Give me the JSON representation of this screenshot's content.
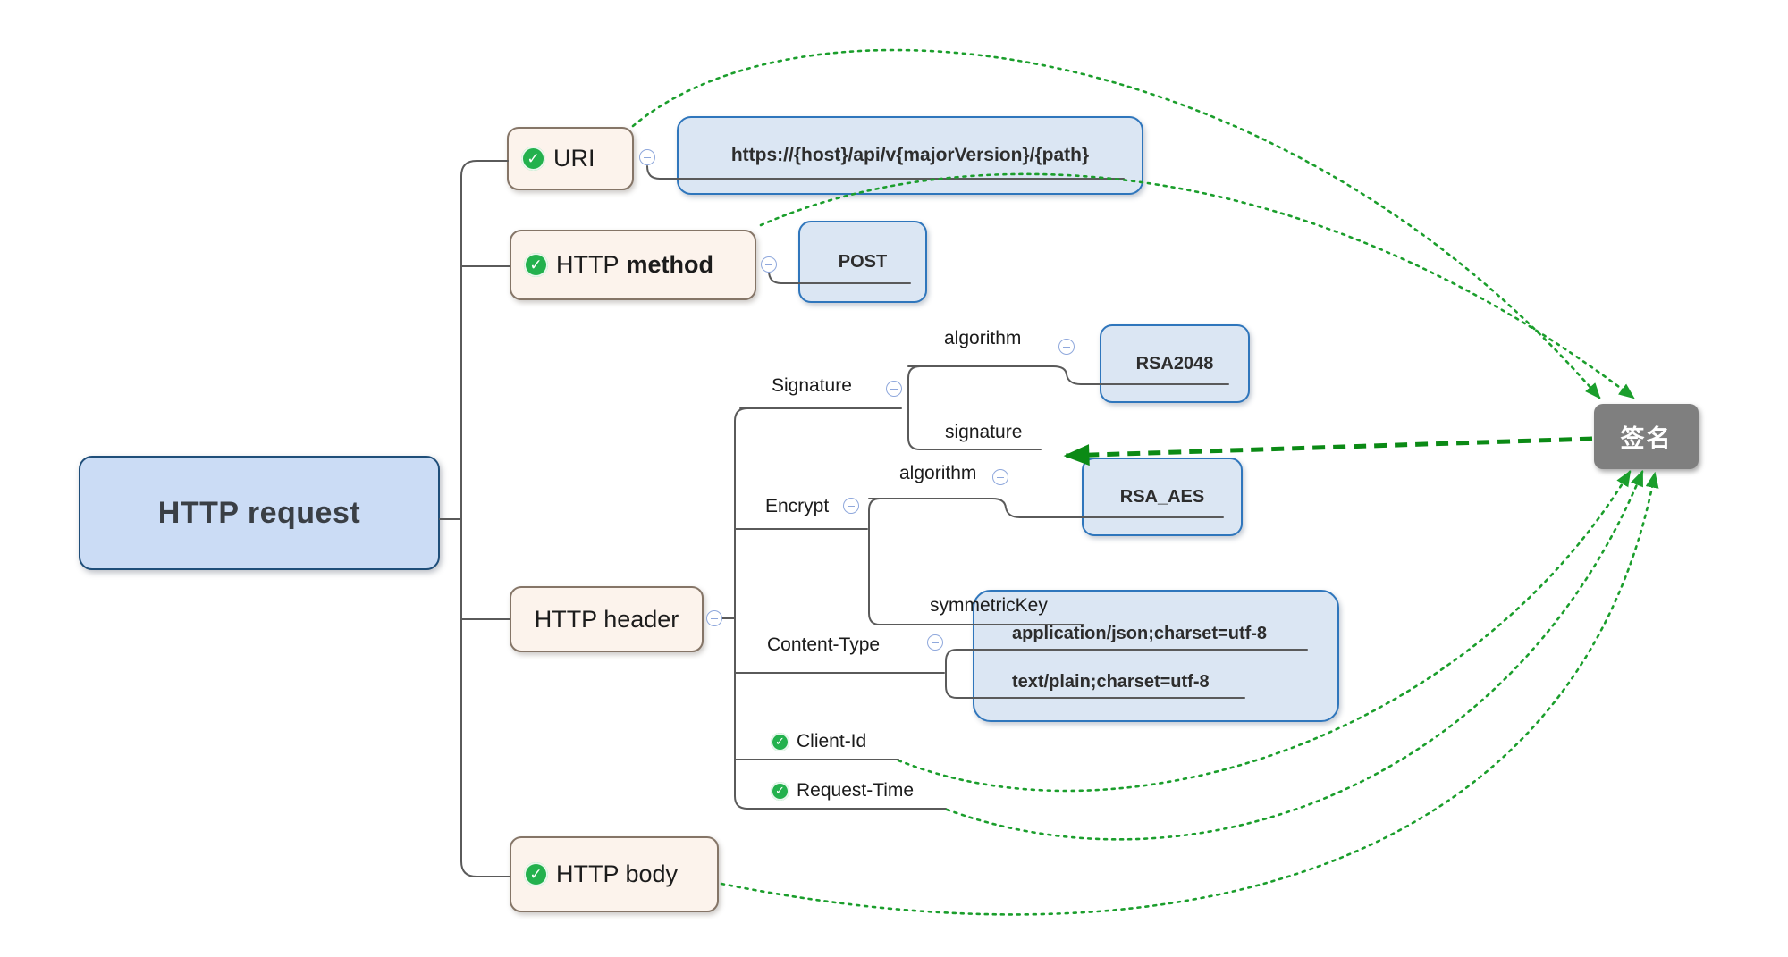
{
  "diagram_title": "HTTP request signing mind map",
  "root": {
    "label": "HTTP request"
  },
  "sign": {
    "label": "签名"
  },
  "uri": {
    "label": "URI",
    "value": "https://{host}/api/v{majorVersion}/{path}"
  },
  "method": {
    "label_prefix": "HTTP",
    "label_emphasis": "method",
    "value": "POST"
  },
  "header": {
    "label": "HTTP header"
  },
  "signature_group": {
    "label": "Signature",
    "algorithm_label": "algorithm",
    "algorithm_value": "RSA2048",
    "signature_label": "signature"
  },
  "encrypt_group": {
    "label": "Encrypt",
    "algorithm_label": "algorithm",
    "algorithm_value": "RSA_AES",
    "symmetric_key_label": "symmetricKey"
  },
  "content_type": {
    "label": "Content-Type",
    "values": [
      "application/json;charset=utf-8",
      "text/plain;charset=utf-8"
    ]
  },
  "client_id": {
    "label": "Client-Id"
  },
  "request_time": {
    "label": "Request-Time"
  },
  "body": {
    "label": "HTTP body"
  },
  "glyphs": {
    "check": "✓"
  },
  "colors": {
    "root_fill": "#cbdcf5",
    "root_border": "#1f4e79",
    "topic_blue_fill": "#dbe6f3",
    "topic_blue_border": "#2f76bc",
    "topic_cream_fill": "#fcf3ec",
    "topic_cream_border": "#857567",
    "sign_fill": "#7f7f7f",
    "check_green": "#23b14d",
    "dotted_arrow_green": "#1b9e2c",
    "bold_arrow_green": "#0b8a15",
    "connector_gray": "#5a5a5a",
    "collapse_button_blue": "#8fa8dc"
  }
}
